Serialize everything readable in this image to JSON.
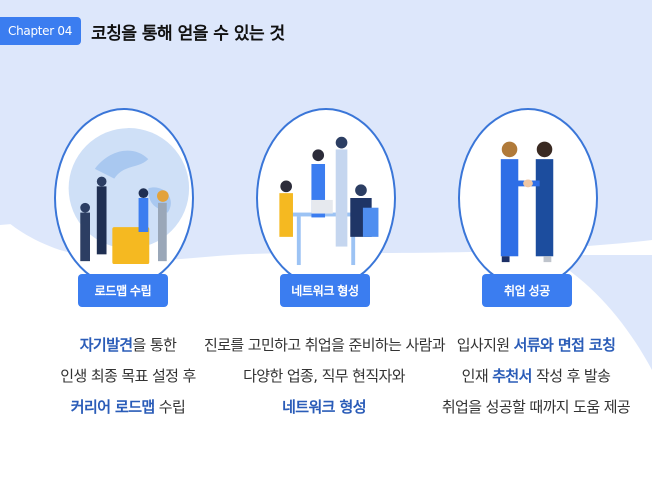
{
  "header": {
    "chapter_badge": "Chapter 04",
    "title": "코칭을 통해 얻을 수 있는 것"
  },
  "cards": [
    {
      "button_label": "로드맵 수립",
      "illustration": "team-with-globe-illustration",
      "desc": {
        "line1_hl": "자기발견",
        "line1_rest": "을 통한",
        "line2": "인생 최종 목표 설정 후",
        "line3_hl": "커리어 로드맵",
        "line3_rest": " 수립"
      }
    },
    {
      "button_label": "네트워크 형성",
      "illustration": "team-meeting-illustration",
      "desc": {
        "line1": "진로를 고민하고 취업을 준비하는 사람과",
        "line2": "다양한 업종, 직무 현직자와",
        "line3_hl": "네트워크 형성"
      }
    },
    {
      "button_label": "취업 성공",
      "illustration": "handshake-illustration",
      "desc": {
        "line1_pre": "입사지원 ",
        "line1_hl": "서류와 면접 코칭",
        "line2_pre": "인재 ",
        "line2_hl": "추천서",
        "line2_rest": " 작성 후 발송",
        "line3": "취업을 성공할 때까지 도움 제공"
      }
    }
  ],
  "colors": {
    "accent": "#3b7df0",
    "highlight_text": "#2a5cb8",
    "background_light": "#dde7fb",
    "oval_border": "#3a76d8"
  }
}
